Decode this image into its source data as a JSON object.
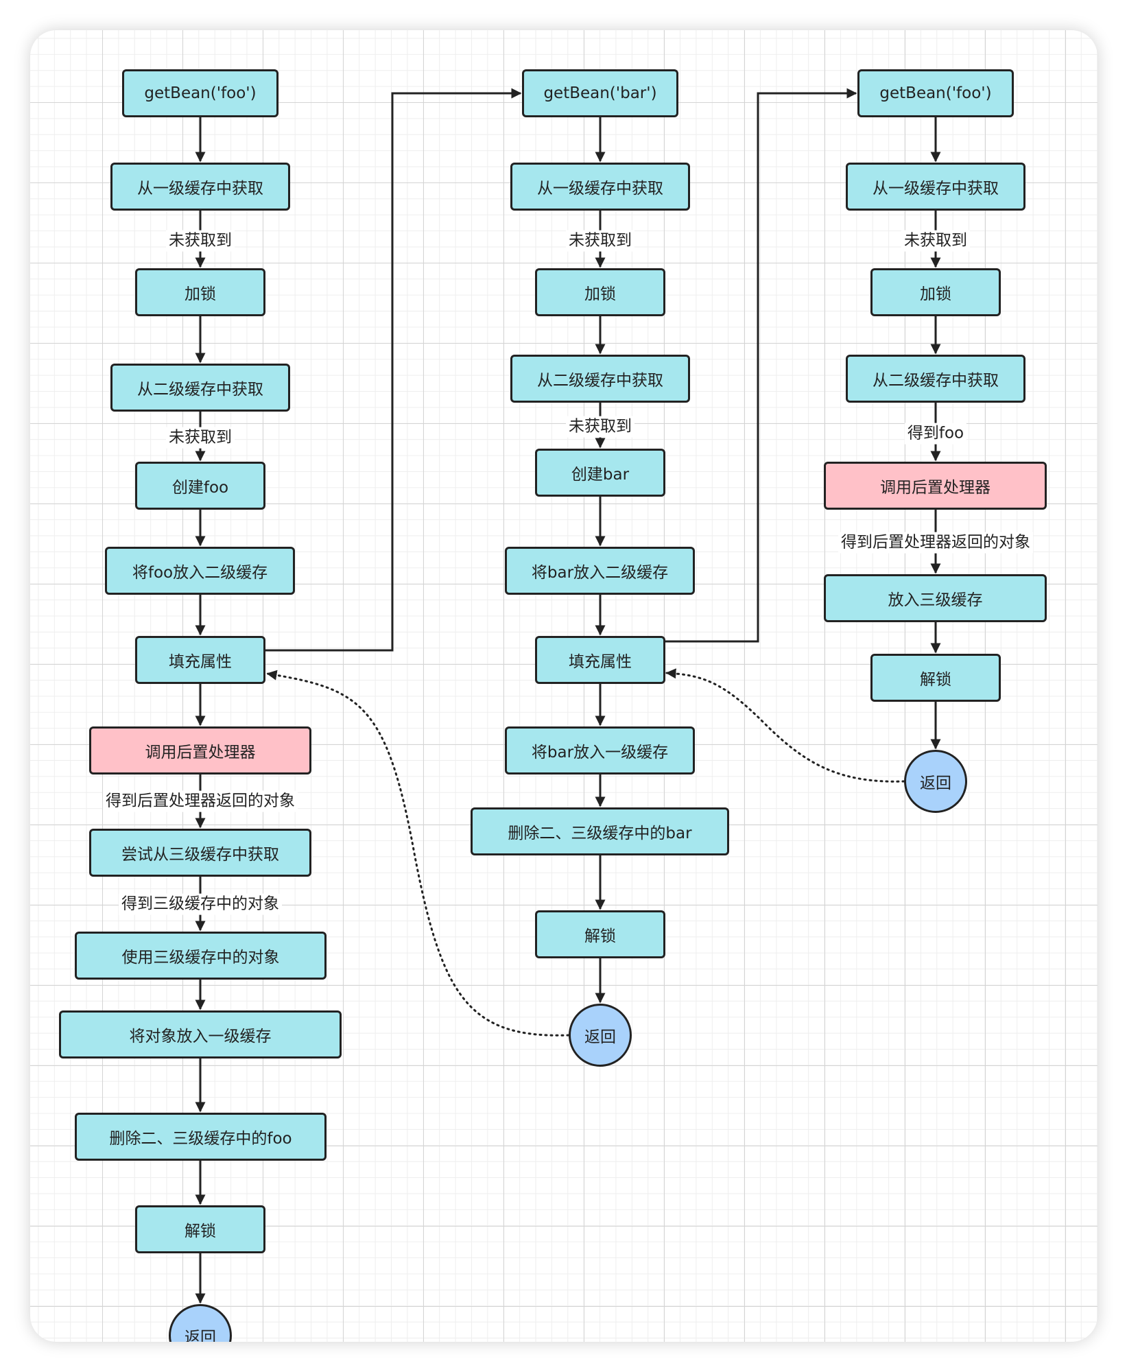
{
  "colors": {
    "process": "#a6e7ee",
    "highlight": "#ffc1c8",
    "terminal": "#a9d2fb",
    "stroke": "#222222"
  },
  "nodes": {
    "foo_getbean": "getBean('foo')",
    "foo_l1": "从一级缓存中获取",
    "foo_lock": "加锁",
    "foo_l2": "从二级缓存中获取",
    "foo_create": "创建foo",
    "foo_put_l2": "将foo放入二级缓存",
    "foo_fill": "填充属性",
    "foo_post": "调用后置处理器",
    "foo_try_l3": "尝试从三级缓存中获取",
    "foo_use_l3": "使用三级缓存中的对象",
    "foo_put_l1": "将对象放入一级缓存",
    "foo_delete": "删除二、三级缓存中的foo",
    "foo_unlock": "解锁",
    "foo_return": "返回",
    "bar_getbean": "getBean('bar')",
    "bar_l1": "从一级缓存中获取",
    "bar_lock": "加锁",
    "bar_l2": "从二级缓存中获取",
    "bar_create": "创建bar",
    "bar_put_l2": "将bar放入二级缓存",
    "bar_fill": "填充属性",
    "bar_put_l1": "将bar放入一级缓存",
    "bar_delete": "删除二、三级缓存中的bar",
    "bar_unlock": "解锁",
    "bar_return": "返回",
    "foo2_getbean": "getBean('foo')",
    "foo2_l1": "从一级缓存中获取",
    "foo2_lock": "加锁",
    "foo2_l2": "从二级缓存中获取",
    "foo2_post": "调用后置处理器",
    "foo2_put_l3": "放入三级缓存",
    "foo2_unlock": "解锁",
    "foo2_return": "返回"
  },
  "edge_labels": {
    "foo_not_found_1": "未获取到",
    "foo_not_found_2": "未获取到",
    "foo_post_result": "得到后置处理器返回的对象",
    "foo_l3_result": "得到三级缓存中的对象",
    "bar_not_found_1": "未获取到",
    "bar_not_found_2": "未获取到",
    "foo2_not_found": "未获取到",
    "foo2_got_foo": "得到foo",
    "foo2_post_result": "得到后置处理器返回的对象"
  }
}
